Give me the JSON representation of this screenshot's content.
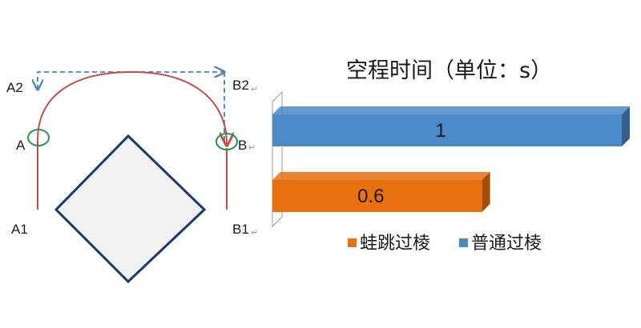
{
  "diagram": {
    "points": {
      "A2": "A2",
      "A": "A",
      "A1": "A1",
      "B2": "B2",
      "B": "B",
      "B1": "B1"
    },
    "return_mark": "↵",
    "colors": {
      "path_arc": "#c0504d",
      "path_dashed": "#4f81bd",
      "circle": "#1a9a4a",
      "diamond_fill": "#f2f2f2",
      "diamond_stroke": "#1f3a6a"
    }
  },
  "chart_data": {
    "type": "bar",
    "orientation": "horizontal",
    "title": "空程时间（单位：s）",
    "categories": [
      "普通过棱",
      "蛙跳过棱"
    ],
    "series": [
      {
        "name": "普通过棱",
        "values": [
          1,
          null
        ],
        "color": "#4a8ac8"
      },
      {
        "name": "蛙跳过棱",
        "values": [
          null,
          0.6
        ],
        "color": "#e8700f"
      }
    ],
    "data_labels": [
      "1",
      "0.6"
    ],
    "xlim": [
      0,
      1
    ],
    "grid": false,
    "legend_position": "bottom",
    "legend": [
      {
        "label": "蛙跳过棱",
        "color": "#e8700f"
      },
      {
        "label": "普通过棱",
        "color": "#4a8ac8"
      }
    ]
  }
}
